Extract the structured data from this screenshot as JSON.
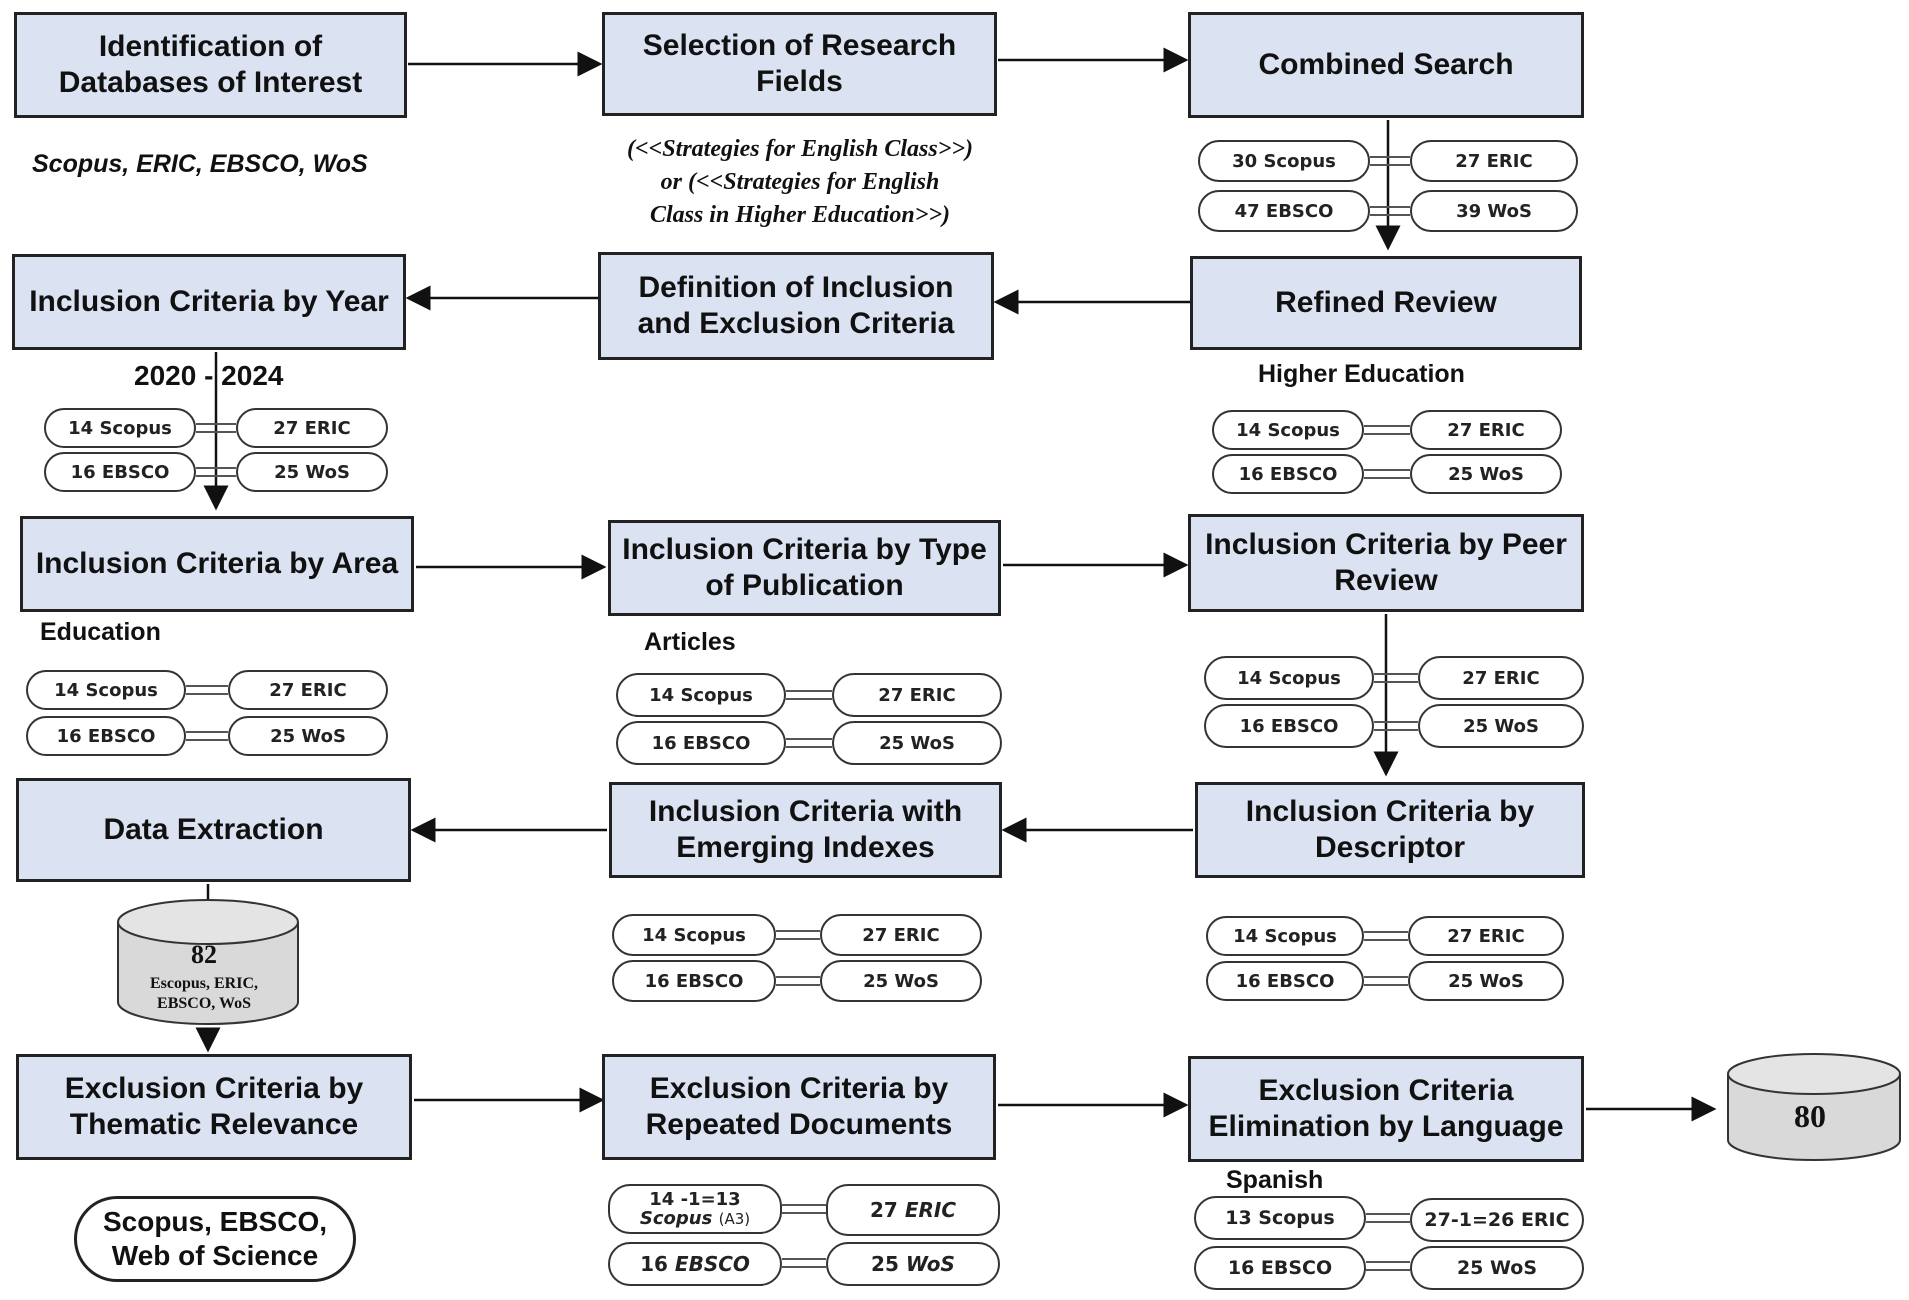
{
  "boxes": {
    "identification": "Identification of Databases of Interest",
    "selection": "Selection of Research Fields",
    "combined": "Combined Search",
    "year": "Inclusion Criteria by Year",
    "definition": "Definition of Inclusion and Exclusion Criteria",
    "refined": "Refined Review",
    "area": "Inclusion Criteria by Area",
    "type_pub": "Inclusion Criteria by Type of Publication",
    "peer": "Inclusion Criteria by Peer Review",
    "extraction": "Data Extraction",
    "emerging": "Inclusion Criteria with Emerging Indexes",
    "descriptor": "Inclusion Criteria by Descriptor",
    "thematic": "Exclusion Criteria by Thematic Relevance",
    "repeated": "Exclusion Criteria by Repeated Documents",
    "language": "Exclusion Criteria Elimination by Language"
  },
  "labels": {
    "databases": "Scopus, ERIC, EBSCO, WoS",
    "strategies_1": "(<<Strategies for English Class>>)",
    "strategies_2": "or (<<Strategies for English",
    "strategies_3": "Class in Higher Education>>)",
    "years": "2020 - 2024",
    "higher_ed": "Higher Education",
    "education": "Education",
    "articles": "Articles",
    "spanish": "Spanish",
    "final_dbs_1": "Scopus, EBSCO,",
    "final_dbs_2": "Web of Science"
  },
  "pills": {
    "combined": [
      "30 Scopus",
      "27 ERIC",
      "47 EBSCO",
      "39 WoS"
    ],
    "year": [
      "14 Scopus",
      "27 ERIC",
      "16 EBSCO",
      "25 WoS"
    ],
    "refined": [
      "14 Scopus",
      "27 ERIC",
      "16 EBSCO",
      "25 WoS"
    ],
    "area": [
      "14 Scopus",
      "27 ERIC",
      "16 EBSCO",
      "25 WoS"
    ],
    "type_pub": [
      "14 Scopus",
      "27 ERIC",
      "16 EBSCO",
      "25 WoS"
    ],
    "peer": [
      "14 Scopus",
      "27 ERIC",
      "16 EBSCO",
      "25 WoS"
    ],
    "emerging": [
      "14 Scopus",
      "27 ERIC",
      "16 EBSCO",
      "25 WoS"
    ],
    "descriptor": [
      "14 Scopus",
      "27 ERIC",
      "16 EBSCO",
      "25 WoS"
    ],
    "repeated": {
      "scopus_top": "14 -1=13",
      "scopus_name": "Scopus",
      "scopus_note": "(A3)",
      "eric_num": "27",
      "eric_name": "ERIC",
      "ebsco_num": "16",
      "ebsco_name": "EBSCO",
      "wos_num": "25",
      "wos_name": "WoS"
    },
    "language": [
      "13 Scopus",
      "27-1=26 ERIC",
      "16 EBSCO",
      "25 WoS"
    ]
  },
  "cylinders": {
    "extraction_count": "82",
    "extraction_dbs_1": "Escopus, ERIC,",
    "extraction_dbs_2": "EBSCO, WoS",
    "final_count": "80"
  }
}
